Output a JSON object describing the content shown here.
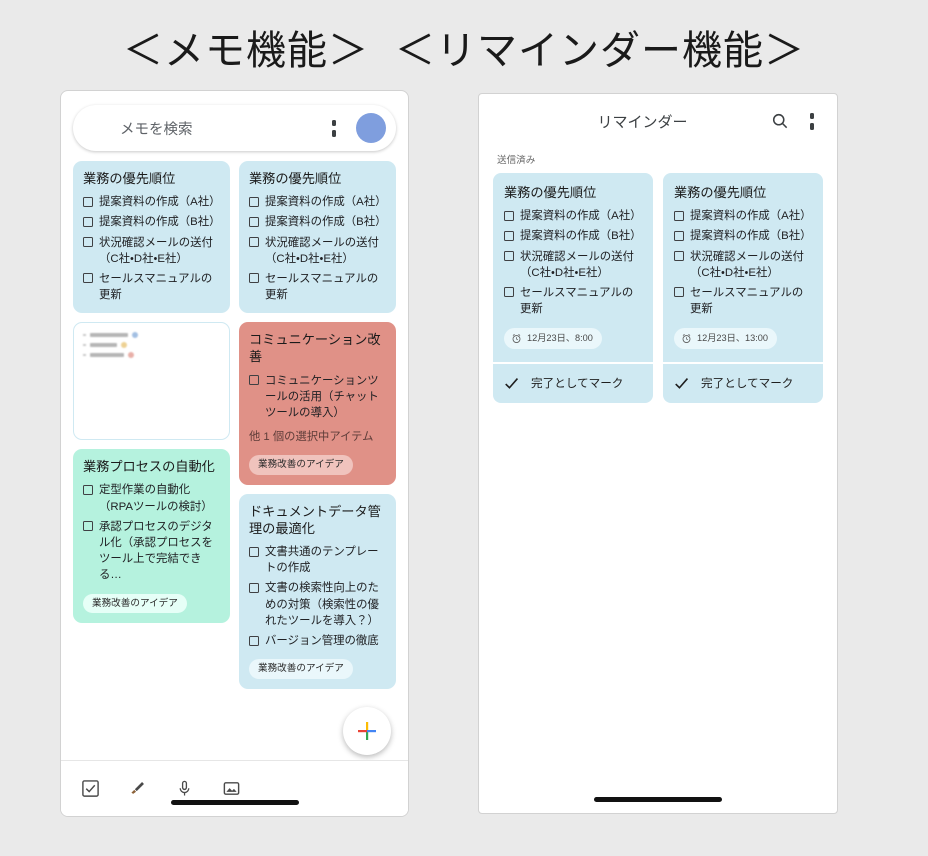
{
  "captions": {
    "memo": "＜メモ機能＞",
    "reminder": "＜リマインダー機能＞"
  },
  "colors": {
    "page_background": "#eaeaea",
    "card_blue": "#cfe9f2",
    "card_salmon": "#e09187",
    "card_mint": "#b5f2de",
    "avatar_blue": "#7f9ede",
    "fab_plus_blue": "#4285f4",
    "fab_plus_red": "#ea4335",
    "fab_plus_yellow": "#fbbc05",
    "fab_plus_green": "#34a853"
  },
  "memo_app": {
    "search": {
      "placeholder": "メモを検索",
      "menu_icon": "hamburger-icon",
      "view_icon": "grid-view-icon",
      "avatar_icon": "account-avatar"
    },
    "notes": [
      {
        "id": "priority-left",
        "color": "blue",
        "title": "業務の優先順位",
        "items": [
          "提案資料の作成（A社）",
          "提案資料の作成（B社）",
          "状況確認メールの送付（C社・D社・E社）",
          "セールスマニュアルの更新"
        ],
        "subtext": "",
        "chip": ""
      },
      {
        "id": "priority-right",
        "color": "blue",
        "title": "業務の優先順位",
        "items": [
          "提案資料の作成（A社）",
          "提案資料の作成（B社）",
          "状況確認メールの送付（C社・D社・E社）",
          "セールスマニュアルの更新"
        ],
        "subtext": "",
        "chip": ""
      },
      {
        "id": "blank-note",
        "color": "blank",
        "title": "",
        "items": [],
        "subtext": "",
        "chip": ""
      },
      {
        "id": "communication",
        "color": "salmon",
        "title": "コミュニケーション改善",
        "items": [
          "コミュニケーションツールの活用（チャットツールの導入）"
        ],
        "subtext": "他 1 個の選択中アイテム",
        "chip": "業務改善のアイデア"
      },
      {
        "id": "process-automation",
        "color": "mint",
        "title": "業務プロセスの自動化",
        "items": [
          "定型作業の自動化（RPAツールの検討）",
          "承認プロセスのデジタル化（承認プロセスをツール上で完結できる…"
        ],
        "subtext": "",
        "chip": "業務改善のアイデア"
      },
      {
        "id": "document-management",
        "color": "blue",
        "title": "ドキュメントデータ管理の最適化",
        "items": [
          "文書共通のテンプレートの作成",
          "文書の検索性向上のための対策（検索性の優れたツールを導入？）",
          "バージョン管理の徹底"
        ],
        "subtext": "",
        "chip": "業務改善のアイデア"
      }
    ],
    "fab": {
      "icon": "plus-icon"
    },
    "bottom_bar": [
      {
        "icon": "checkbox-icon"
      },
      {
        "icon": "brush-icon"
      },
      {
        "icon": "microphone-icon"
      },
      {
        "icon": "image-icon"
      }
    ]
  },
  "reminder_app": {
    "header": {
      "menu_icon": "hamburger-icon",
      "title": "リマインダー",
      "search_icon": "search-icon",
      "view_icon": "grid-view-icon"
    },
    "section_label": "送信済み",
    "cards": [
      {
        "id": "reminder-left",
        "title": "業務の優先順位",
        "items": [
          "提案資料の作成（A社）",
          "提案資料の作成（B社）",
          "状況確認メールの送付（C社・D社・E社）",
          "セールスマニュアルの更新"
        ],
        "time_icon": "alarm-clock-icon",
        "time": "12月23日、8:00",
        "action_icon": "check-icon",
        "action": "完了としてマーク"
      },
      {
        "id": "reminder-right",
        "title": "業務の優先順位",
        "items": [
          "提案資料の作成（A社）",
          "提案資料の作成（B社）",
          "状況確認メールの送付（C社・D社・E社）",
          "セールスマニュアルの更新"
        ],
        "time_icon": "alarm-clock-icon",
        "time": "12月23日、13:00",
        "action_icon": "check-icon",
        "action": "完了としてマーク"
      }
    ]
  }
}
